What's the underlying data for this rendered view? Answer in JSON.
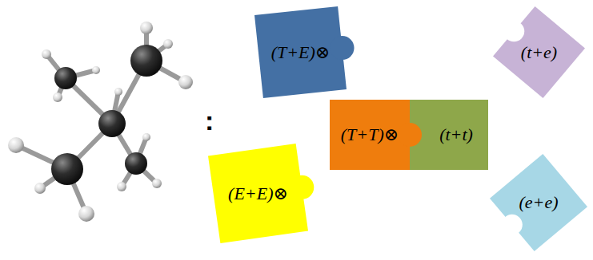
{
  "diagram": {
    "nodes": [
      {
        "text": [
          "(T+E)⊗"
        ]
      },
      {
        "text": [
          "(t+e)"
        ]
      },
      {
        "text": [
          "(T+T)⊗"
        ]
      },
      {
        "text": [
          "(t+t)"
        ]
      },
      {
        "text": [
          "(E+E)⊗"
        ]
      },
      {
        "text": [
          "(e+e)"
        ]
      }
    ],
    "labels": [
      ":"
    ]
  }
}
